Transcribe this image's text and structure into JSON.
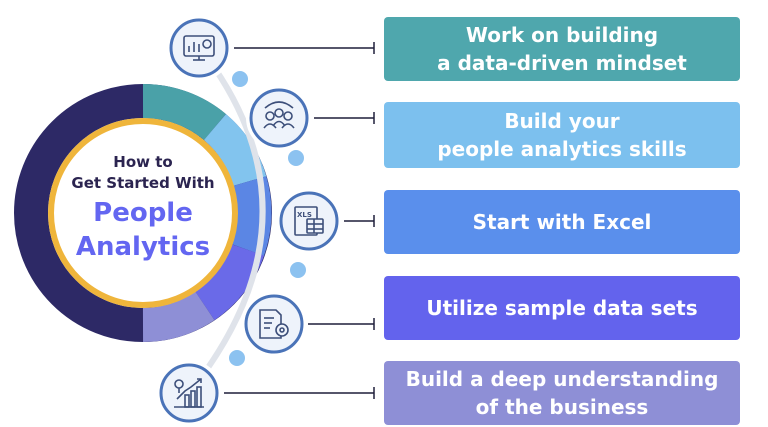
{
  "center": {
    "line1": "How to",
    "line2": "Get Started With",
    "line3": "People",
    "line4": "Analytics"
  },
  "steps": [
    {
      "text": "Work on building\na data-driven mindset",
      "icon": "data-dashboard-icon",
      "color": "#4fa7ad"
    },
    {
      "text": "Build your\npeople analytics skills",
      "icon": "people-group-icon",
      "color": "#7cc0ee"
    },
    {
      "text": "Start with Excel",
      "icon": "xls-spreadsheet-icon",
      "color": "#5a8fec"
    },
    {
      "text": "Utilize sample data sets",
      "icon": "document-gear-icon",
      "color": "#6363ed"
    },
    {
      "text": "Build a deep understanding\nof the business",
      "icon": "growth-chart-icon",
      "color": "#8e8fd6"
    }
  ],
  "colors": {
    "ring_dark": "#2d2966",
    "ring_gold": "#efb53b",
    "ring_teal": "#4aa1a8",
    "ring_light_blue": "#82c4ee",
    "ring_blue": "#5b86e4",
    "ring_purple": "#6a6ae8",
    "connector": "#1f1f3a",
    "icon_circle_border": "#4a73b8",
    "icon_circle_fill": "#eef3fb",
    "dot_fill": "#8cc2f0"
  }
}
